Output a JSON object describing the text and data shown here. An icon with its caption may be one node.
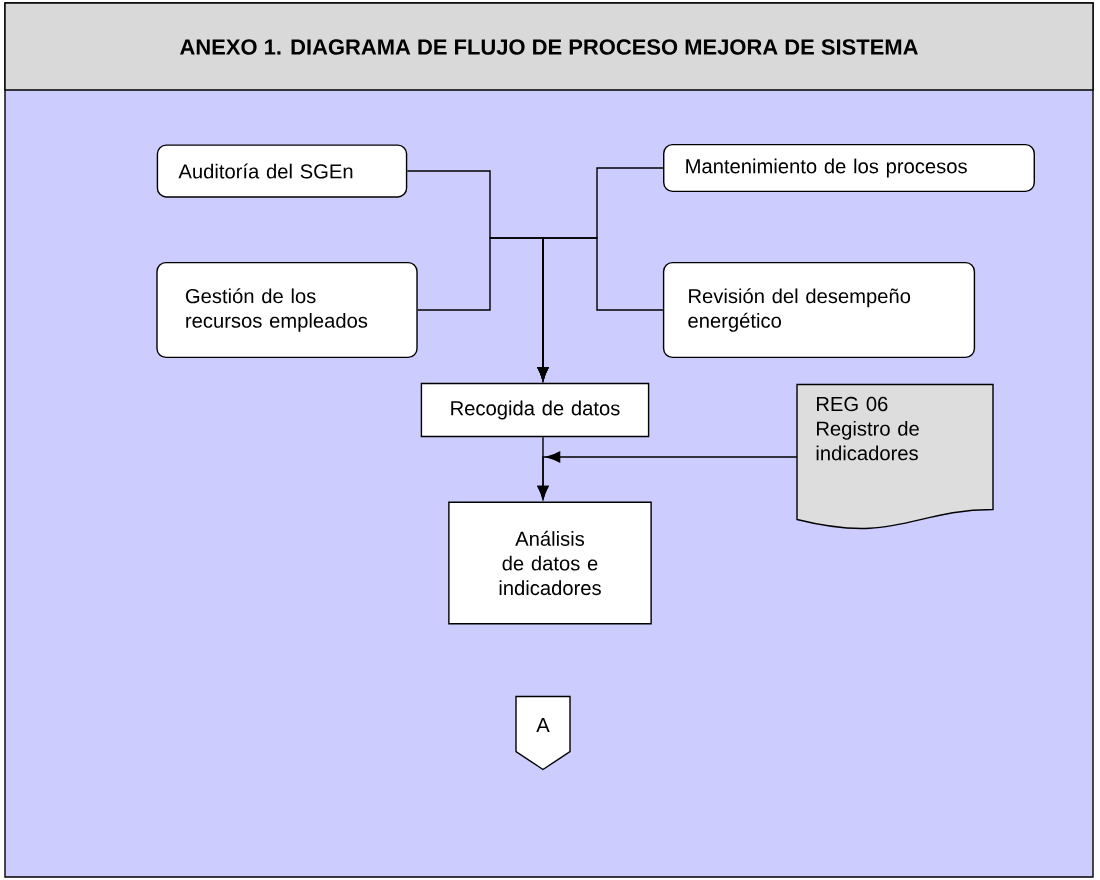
{
  "diagram": {
    "title": "ANEXO 1. DIAGRAMA DE FLUJO DE PROCESO MEJORA DE SISTEMA",
    "nodes": [
      {
        "text": [
          "Auditoría del SGEn"
        ]
      },
      {
        "text": [
          "Mantenimiento de los procesos"
        ]
      },
      {
        "text": [
          "Gestión de los recursos empleados"
        ]
      },
      {
        "text": [
          "Revisión del desempeño energético"
        ]
      },
      {
        "text": [
          "Recogida de datos"
        ]
      },
      {
        "text": [
          "REG 06 Registro de indicadores"
        ]
      },
      {
        "text": [
          "Análisis de datos e indicadores"
        ]
      },
      {
        "text": [
          "A"
        ]
      }
    ],
    "edges": [
      {
        "from": 0,
        "to": 4,
        "arrow": "to"
      },
      {
        "from": 1,
        "to": 4,
        "arrow": "to"
      },
      {
        "from": 2,
        "to": 4,
        "arrow": "to"
      },
      {
        "from": 3,
        "to": 4,
        "arrow": "to"
      },
      {
        "from": 4,
        "to": 6,
        "arrow": "to"
      },
      {
        "from": 5,
        "to": 6,
        "arrow": "to"
      }
    ]
  }
}
